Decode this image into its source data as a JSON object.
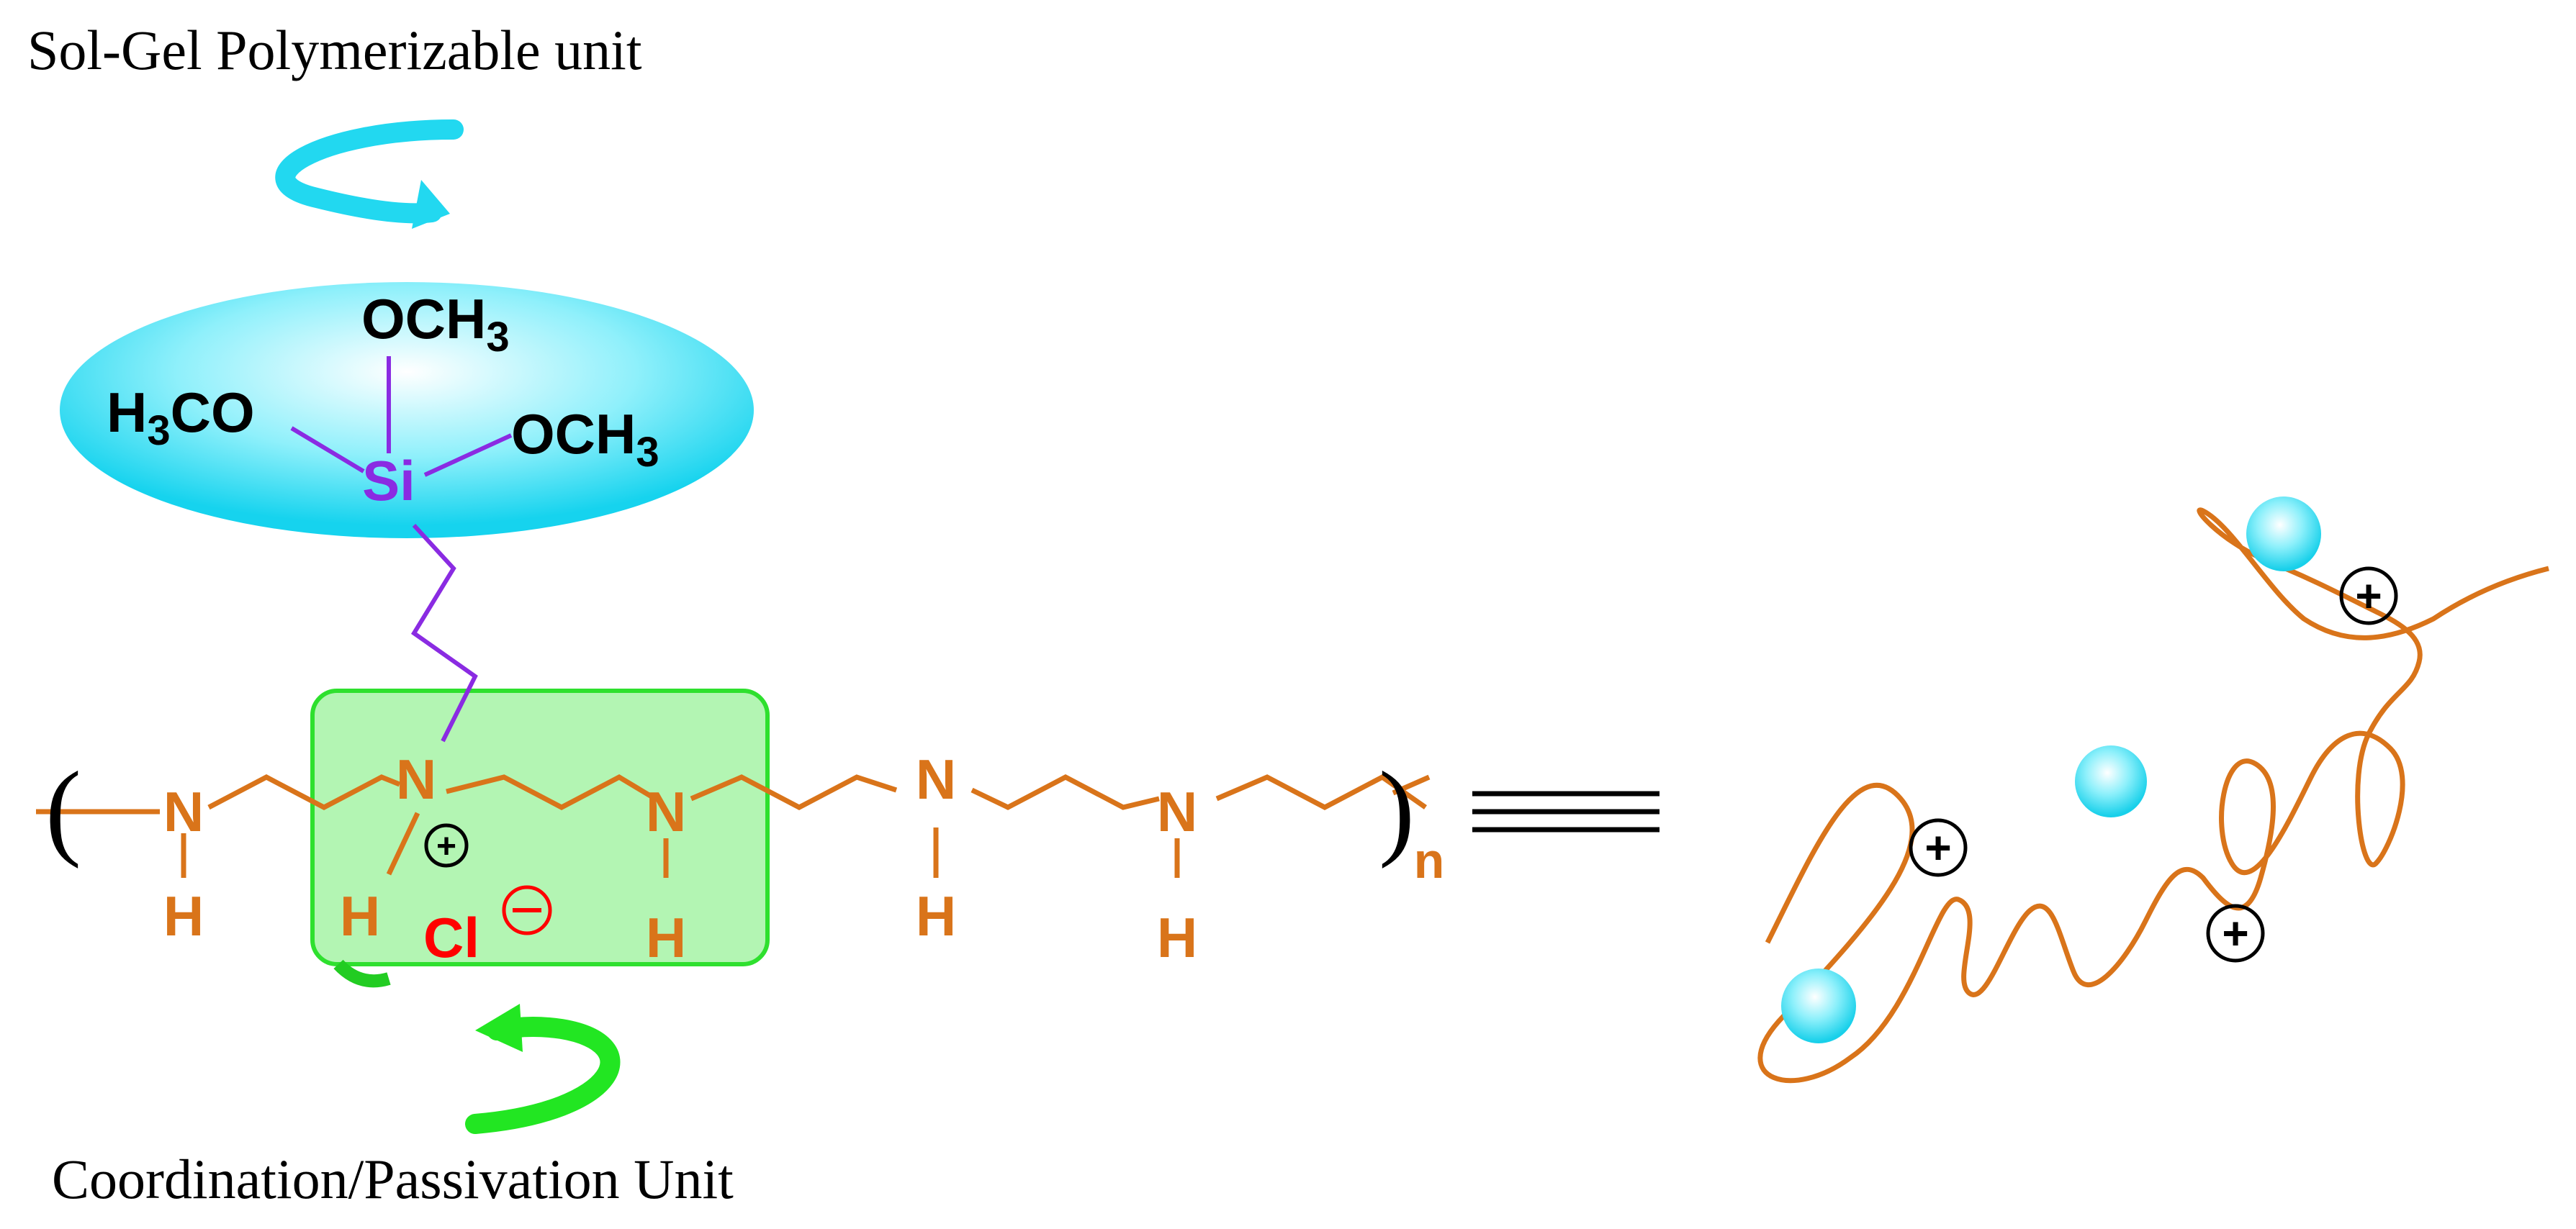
{
  "labels": {
    "top_caption": "Sol-Gel Polymerizable unit",
    "bottom_caption": "Coordination/Passivation Unit"
  },
  "molecule": {
    "silicon": "Si",
    "methoxy_top": "OCH",
    "methoxy_top_sub": "3",
    "methoxy_left_prefix": "H",
    "methoxy_left_sub": "3",
    "methoxy_left_suffix": "CO",
    "methoxy_right": "OCH",
    "methoxy_right_sub": "3",
    "nitrogen": "N",
    "hydrogen": "H",
    "chloride": "Cl",
    "repeat_subscript": "n",
    "open_paren": "(",
    "close_paren": ")"
  },
  "symbols": {
    "plus": "+",
    "minus": "−"
  },
  "colors": {
    "backbone": "#d9741a",
    "silane": "#8a2be2",
    "chloride": "#ff0000",
    "cyan_unit": "#2ee0f5",
    "green_unit": "#22e622",
    "green_box_fill": "#b3f5b3",
    "ink": "#000000"
  }
}
